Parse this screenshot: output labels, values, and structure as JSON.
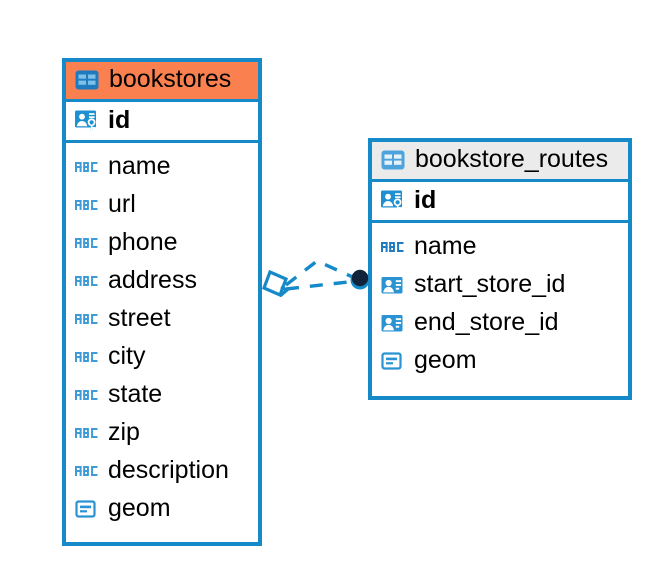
{
  "diagram": {
    "type": "entity-relationship-diagram",
    "background": "#ffffff",
    "border_color": "#1689C8",
    "accent_orange": "#FA8050",
    "accent_grey": "#EBEBEB",
    "icon_blue": "#1689C8",
    "icon_light_blue": "#4EA3DC",
    "connector_color": "#1689C8",
    "connector_endpoint_color": "#13243A"
  },
  "entities": [
    {
      "name": "bookstores",
      "header_style": "orange",
      "header_icon": "table-icon",
      "primary_key": {
        "label": "id",
        "icon": "primary-key-icon"
      },
      "fields": [
        {
          "label": "name",
          "icon": "text-abc-icon"
        },
        {
          "label": "url",
          "icon": "text-abc-icon"
        },
        {
          "label": "phone",
          "icon": "text-abc-icon"
        },
        {
          "label": "address",
          "icon": "text-abc-icon"
        },
        {
          "label": "street",
          "icon": "text-abc-icon"
        },
        {
          "label": "city",
          "icon": "text-abc-icon"
        },
        {
          "label": "state",
          "icon": "text-abc-icon"
        },
        {
          "label": "zip",
          "icon": "text-abc-icon"
        },
        {
          "label": "description",
          "icon": "text-abc-icon"
        },
        {
          "label": "geom",
          "icon": "geometry-icon"
        }
      ]
    },
    {
      "name": "bookstore_routes",
      "header_style": "grey",
      "header_icon": "table-icon",
      "primary_key": {
        "label": "id",
        "icon": "primary-key-icon"
      },
      "fields": [
        {
          "label": "name",
          "icon": "text-abc-icon"
        },
        {
          "label": "start_store_id",
          "icon": "foreign-key-icon"
        },
        {
          "label": "end_store_id",
          "icon": "foreign-key-icon"
        },
        {
          "label": "geom",
          "icon": "geometry-icon"
        }
      ]
    }
  ],
  "relationship": {
    "from_entity": "bookstores",
    "to_entity": "bookstore_routes",
    "from_marker": "diamond-marker",
    "to_marker": "filled-circle-marker",
    "line_style": "dashed"
  }
}
